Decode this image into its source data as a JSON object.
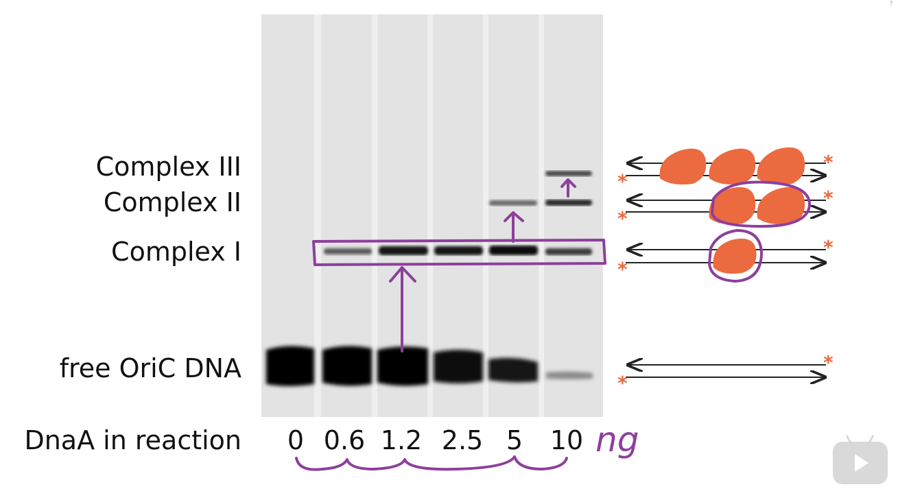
{
  "labels": {
    "complex_iii": "Complex III",
    "complex_ii": "Complex II",
    "complex_i": "Complex I",
    "free_dna": "free OriC DNA",
    "dnaa": "DnaA in reaction"
  },
  "amounts": [
    "0",
    "0.6",
    "1.2",
    "2.5",
    "5",
    "10"
  ],
  "unit": "ng",
  "colors": {
    "annotation": "#8d3f9c",
    "protein": "#ec6a40",
    "gel": "#e2e2e2",
    "band": "#111111"
  },
  "icons": [
    "play-icon",
    "help-icon"
  ]
}
